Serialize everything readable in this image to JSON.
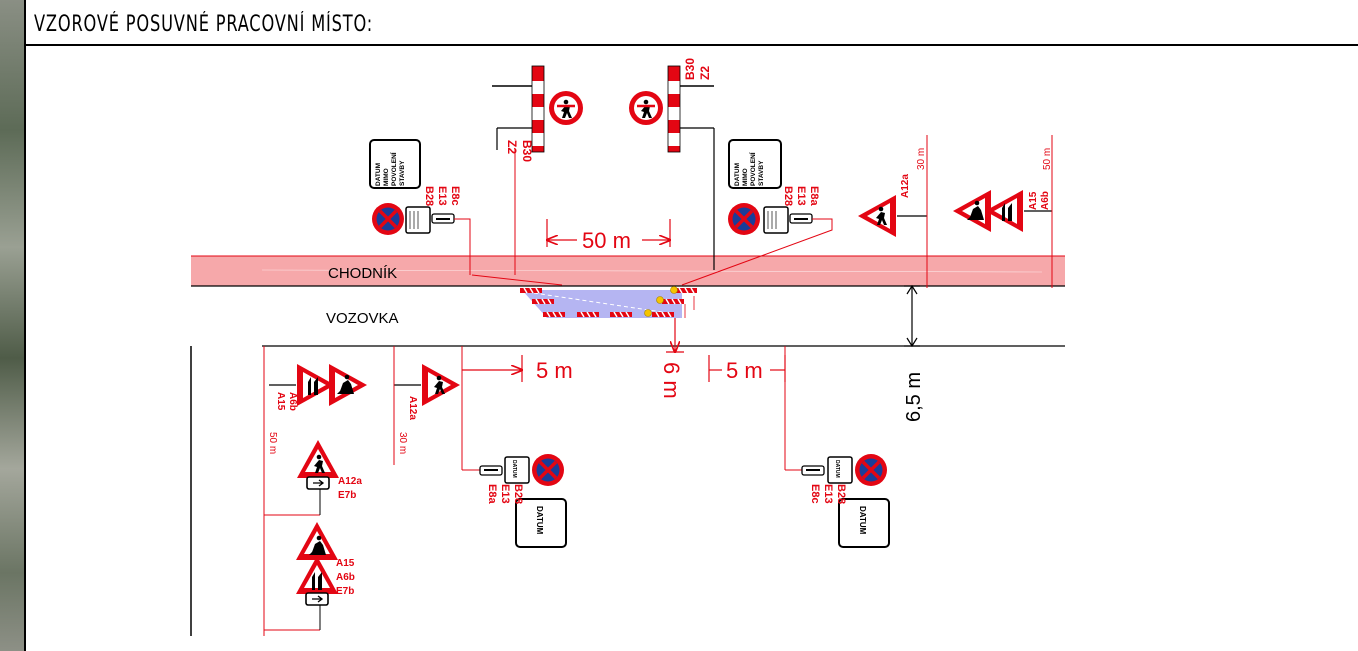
{
  "title": "VZOROVÉ POSUVNÉ PRACOVNÍ MÍSTO:",
  "labels": {
    "sidewalk": "CHODNÍK",
    "road": "VOZOVKA",
    "dim_50m": "50 m",
    "dim_5m_left": "5 m",
    "dim_5m_right": "5 m",
    "dim_6m": "6 m",
    "dim_6_5m": "6,5 m",
    "dist_30m": "30 m",
    "dist_50m": "50 m"
  },
  "signs": {
    "b30_left": "B30",
    "z2_left": "Z2",
    "b30_right": "B30",
    "z2_right": "Z2",
    "tl_b28": "B28",
    "tl_e13": "E13",
    "tl_e8c": "E8c",
    "tr_b28": "B28",
    "tr_e13": "E13",
    "tr_e8a": "E8a",
    "tr_a12a": "A12a",
    "tr_a15": "A15",
    "tr_a6b": "A6b",
    "bl_a15": "A15",
    "bl_a6b": "A6b",
    "bl_a12a": "A12a",
    "bl2_a12a": "A12a",
    "bl2_e7b": "E7b",
    "bl3_a15": "A15",
    "bl3_a6b": "A6b",
    "bl3_e7b": "E7b",
    "bm_b28": "B28",
    "bm_e13": "E13",
    "bm_e8a": "E8a",
    "br_b28": "B28",
    "br_e13": "E13",
    "br_e8c": "E8c"
  },
  "board_text": {
    "datum_full": "DATUM MIMO POVOLENÍ STAVBY",
    "datum_full_lines": [
      "DATUM",
      "MIMO",
      "POVOLENÍ",
      "STAVBY"
    ],
    "datum": "DATUM"
  },
  "colors": {
    "red": "#e30613",
    "sidewalk": "#f6a8aa",
    "work_zone": "#b5b5f2",
    "no_stop_blue": "#1a3d99"
  }
}
